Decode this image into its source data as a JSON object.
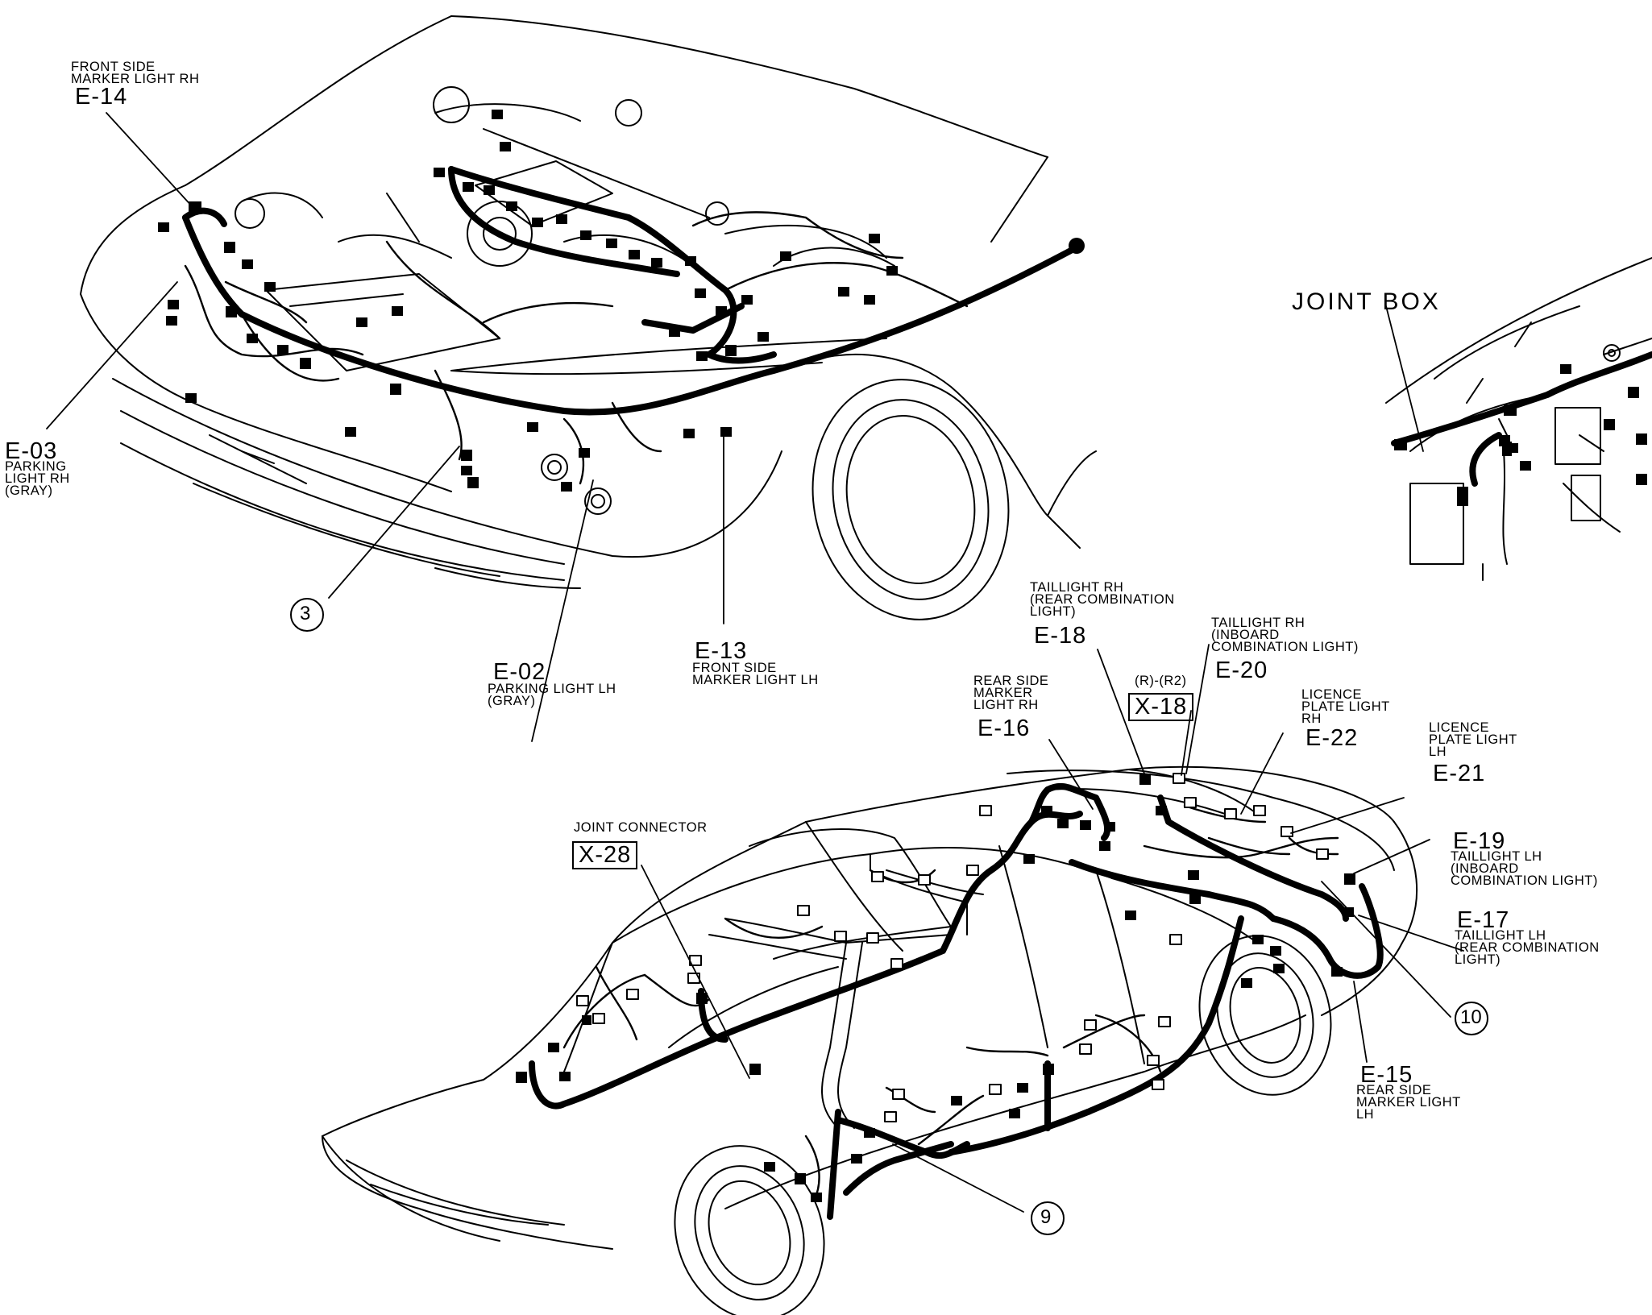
{
  "diagram": {
    "joint_box": "JOINT BOX",
    "labels": {
      "e14": {
        "code": "E-14",
        "desc": [
          "FRONT SIDE",
          "MARKER LIGHT RH"
        ]
      },
      "e03": {
        "code": "E-03",
        "desc": [
          "PARKING",
          "LIGHT RH",
          "(GRAY)"
        ]
      },
      "e02": {
        "code": "E-02",
        "desc": [
          "PARKING LIGHT LH",
          "(GRAY)"
        ]
      },
      "e13": {
        "code": "E-13",
        "desc": [
          "FRONT SIDE",
          "MARKER LIGHT LH"
        ]
      },
      "e18": {
        "code": "E-18",
        "desc": [
          "TAILLIGHT RH",
          "(REAR COMBINATION",
          "LIGHT)"
        ]
      },
      "e20": {
        "code": "E-20",
        "desc": [
          "TAILLIGHT RH",
          "(INBOARD",
          "COMBINATION  LIGHT)"
        ]
      },
      "x18": {
        "code": "X-18",
        "note": "(R)-(R2)"
      },
      "e16": {
        "code": "E-16",
        "desc": [
          "REAR SIDE",
          "MARKER",
          "LIGHT RH"
        ]
      },
      "e22": {
        "code": "E-22",
        "desc": [
          "LICENCE",
          "PLATE LIGHT",
          "RH"
        ]
      },
      "e21": {
        "code": "E-21",
        "desc": [
          "LICENCE",
          "PLATE LIGHT",
          "LH"
        ]
      },
      "e19": {
        "code": "E-19",
        "desc": [
          "TAILLIGHT LH",
          "(INBOARD",
          "COMBINATION  LIGHT)"
        ]
      },
      "e17": {
        "code": "E-17",
        "desc": [
          "TAILLIGHT LH",
          "(REAR COMBINATION",
          "LIGHT)"
        ]
      },
      "e15": {
        "code": "E-15",
        "desc": [
          "REAR SIDE",
          "MARKER LIGHT",
          "LH"
        ]
      },
      "x28": {
        "code": "X-28",
        "desc": [
          "JOINT CONNECTOR"
        ]
      }
    },
    "callouts": [
      "3",
      "9",
      "10"
    ]
  }
}
